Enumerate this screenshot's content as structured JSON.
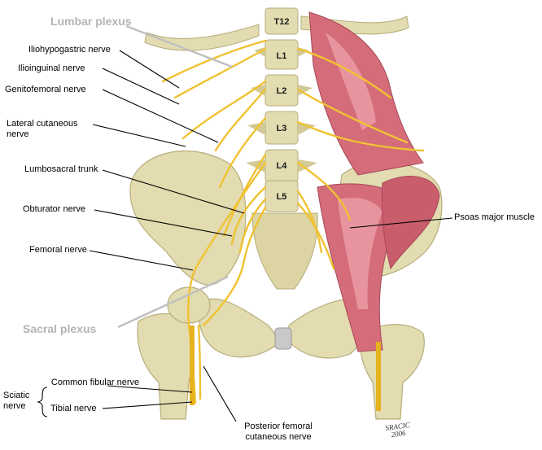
{
  "plexus_labels": {
    "lumbar": "Lumbar plexus",
    "sacral": "Sacral plexus"
  },
  "vertebrae": [
    "T12",
    "L1",
    "L2",
    "L3",
    "L4",
    "L5"
  ],
  "left_labels": {
    "iliohypogastric": "Iliohypogastric nerve",
    "ilioinguinal": "Ilioinguinal nerve",
    "genitofemoral": "Genitofemoral nerve",
    "lateral_cutaneous": "Lateral cutaneous nerve",
    "lumbosacral_trunk": "Lumbosacral trunk",
    "obturator": "Obturator nerve",
    "femoral": "Femoral nerve",
    "sciatic": "Sciatic nerve",
    "common_fibular": "Common fibular nerve",
    "tibial": "Tibial nerve"
  },
  "right_labels": {
    "psoas": "Psoas major muscle"
  },
  "bottom_labels": {
    "posterior_femoral": "Posterior femoral cutaneous nerve"
  },
  "signature": {
    "line1": "SRACIC",
    "line2": "2006"
  },
  "colors": {
    "bone": "#e2dcb0",
    "bone_dark": "#b7ad7c",
    "nerve": "#f0c232",
    "muscle": "#d46c7a",
    "muscle_light": "#ec9fa8",
    "leader": "#000000",
    "plexus_leader": "#c0c0c0"
  }
}
